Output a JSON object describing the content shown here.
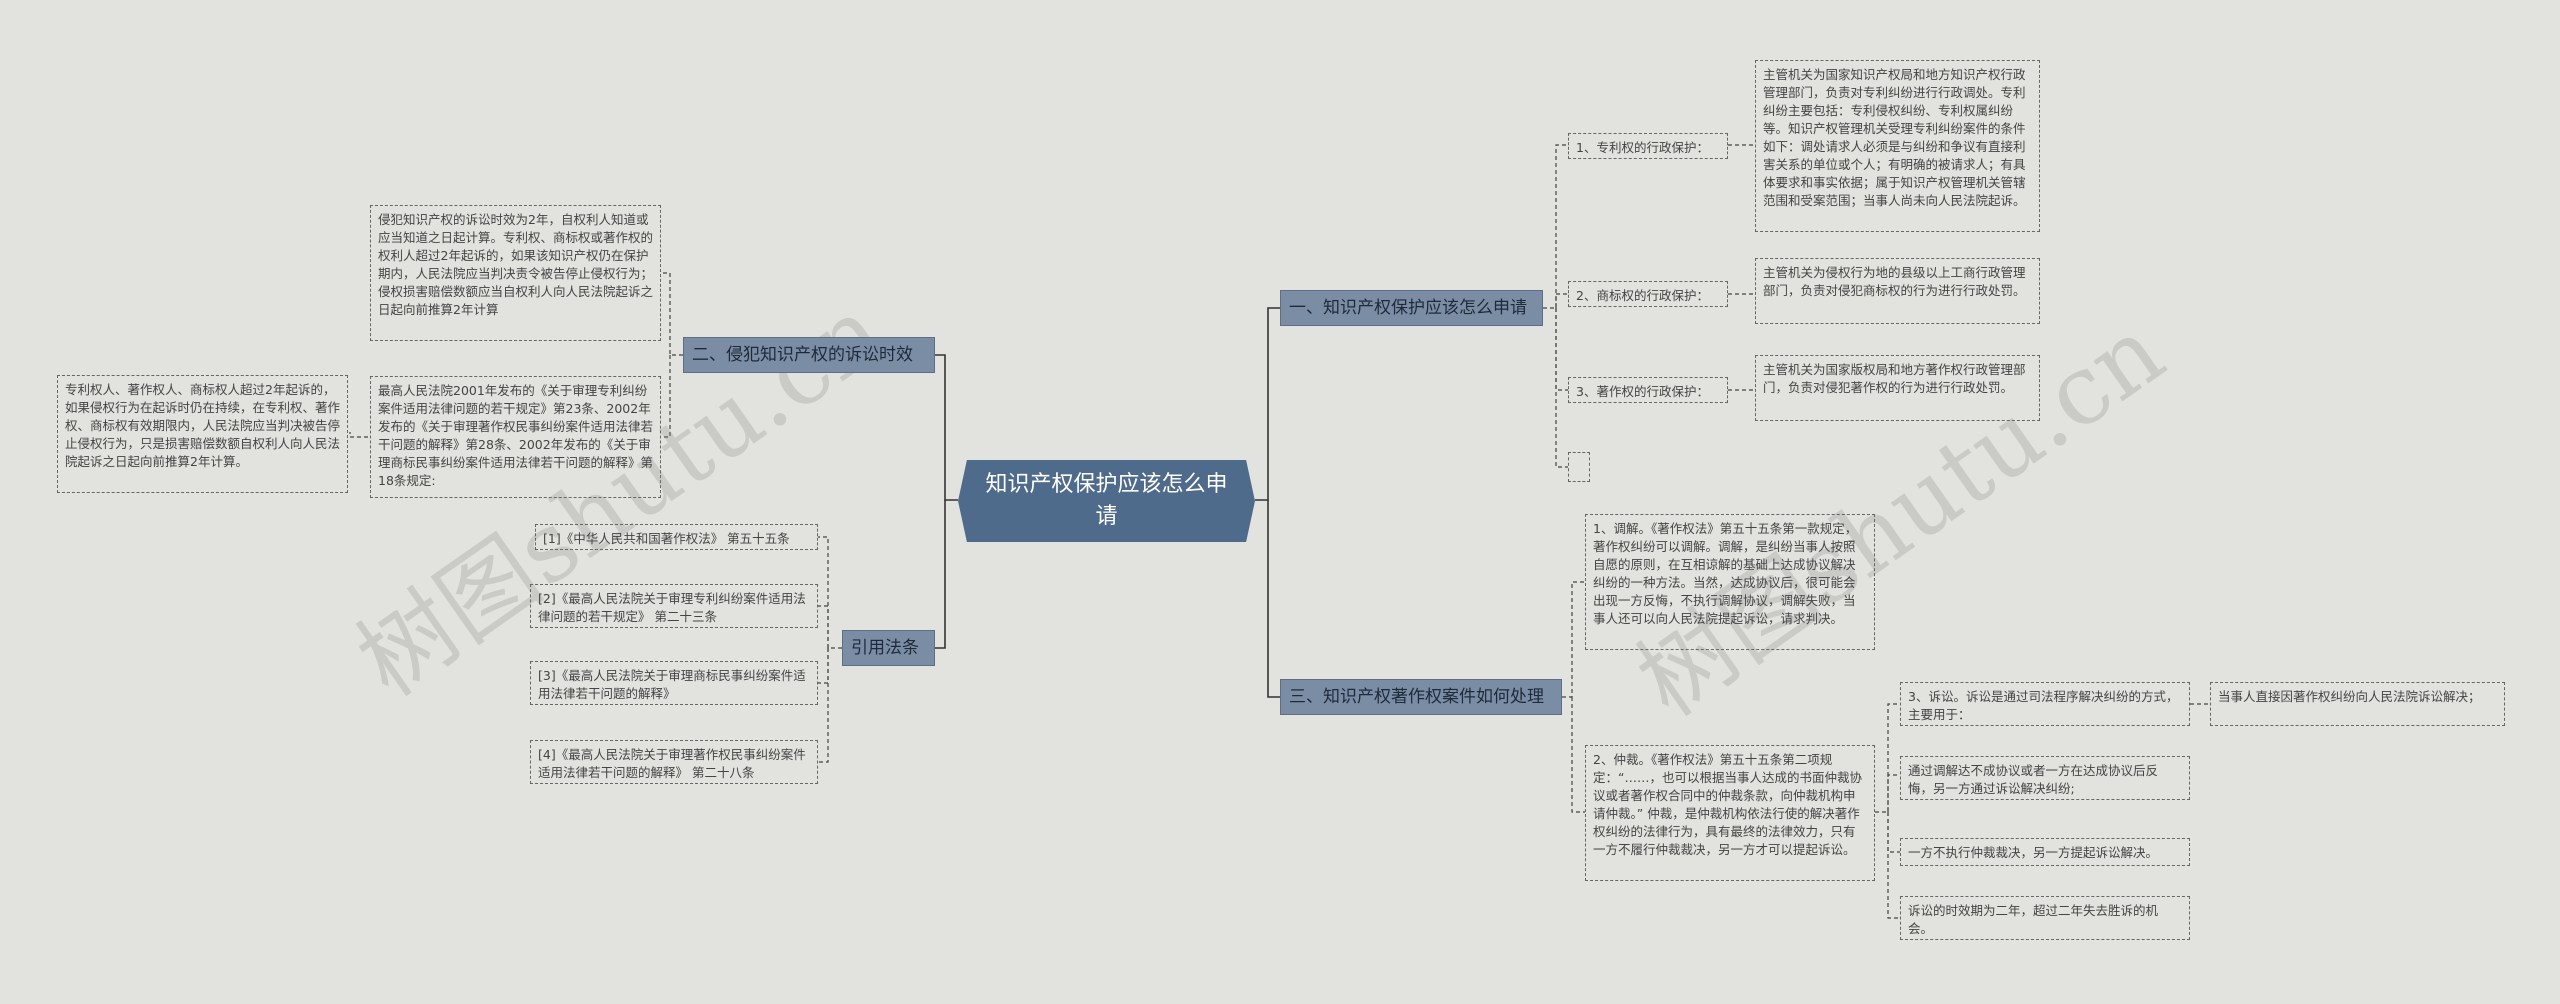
{
  "watermark": "树图shutu.cn",
  "root": {
    "label": "知识产权保护应该怎么申请"
  },
  "b1": {
    "label": "一、知识产权保护应该怎么申请",
    "items": [
      {
        "label": "1、专利权的行政保护：",
        "detail": "主管机关为国家知识产权局和地方知识产权行政管理部门，负责对专利纠纷进行行政调处。专利纠纷主要包括：专利侵权纠纷、专利权属纠纷等。知识产权管理机关受理专利纠纷案件的条件如下：调处请求人必须是与纠纷和争议有直接利害关系的单位或个人；有明确的被请求人；有具体要求和事实依据；属于知识产权管理机关管辖范围和受案范围；当事人尚未向人民法院起诉。"
      },
      {
        "label": "2、商标权的行政保护：",
        "detail": "主管机关为侵权行为地的县级以上工商行政管理部门，负责对侵犯商标权的行为进行行政处罚。"
      },
      {
        "label": "3、著作权的行政保护：",
        "detail": "主管机关为国家版权局和地方著作权行政管理部门，负责对侵犯著作权的行为进行行政处罚。"
      },
      {
        "label": "",
        "detail": ""
      }
    ]
  },
  "b2": {
    "label": "二、侵犯知识产权的诉讼时效",
    "items": [
      {
        "label": "侵犯知识产权的诉讼时效为2年，自权利人知道或应当知道之日起计算。专利权、商标权或著作权的权利人超过2年起诉的，如果该知识产权仍在保护期内，人民法院应当判决责令被告停止侵权行为；侵权损害赔偿数额应当自权利人向人民法院起诉之日起向前推算2年计算"
      },
      {
        "label": "最高人民法院2001年发布的《关于审理专利纠纷案件适用法律问题的若干规定》第23条、2002年发布的《关于审理著作权民事纠纷案件适用法律若干问题的解释》第28条、2002年发布的《关于审理商标民事纠纷案件适用法律若干问题的解释》第18条规定:",
        "detail": "专利权人、著作权人、商标权人超过2年起诉的，如果侵权行为在起诉时仍在持续，在专利权、著作权、商标权有效期限内，人民法院应当判决被告停止侵权行为，只是损害赔偿数额自权利人向人民法院起诉之日起向前推算2年计算。"
      }
    ]
  },
  "b3": {
    "label": "三、知识产权著作权案件如何处理",
    "items": [
      {
        "label": "1、调解。《著作权法》第五十五条第一款规定，著作权纠纷可以调解。调解，是纠纷当事人按照自愿的原则，在互相谅解的基础上达成协议解决纠纷的一种方法。当然，达成协议后，很可能会出现一方反悔，不执行调解协议，调解失败，当事人还可以向人民法院提起诉讼，请求判决。"
      },
      {
        "label": "2、仲裁。《著作权法》第五十五条第二项规定：“……，也可以根据当事人达成的书面仲裁协议或者著作权合同中的仲裁条款，向仲裁机构申请仲裁。” 仲裁，是仲裁机构依法行使的解决著作权纠纷的法律行为，具有最终的法律效力，只有一方不履行仲裁裁决，另一方才可以提起诉讼。"
      }
    ],
    "litigation": {
      "label": "3、诉讼。诉讼是通过司法程序解决纠纷的方式，主要用于：",
      "items": [
        "当事人直接因著作权纠纷向人民法院诉讼解决；",
        "通过调解达不成协议或者一方在达成协议后反悔，另一方通过诉讼解决纠纷;",
        "一方不执行仲裁裁决，另一方提起诉讼解决。",
        "诉讼的时效期为二年，超过二年失去胜诉的机会。"
      ]
    }
  },
  "b4": {
    "label": "引用法条",
    "items": [
      "[1]《中华人民共和国著作权法》 第五十五条",
      "[2]《最高人民法院关于审理专利纠纷案件适用法律问题的若干规定》 第二十三条",
      "[3]《最高人民法院关于审理商标民事纠纷案件适用法律若干问题的解释》",
      "[4]《最高人民法院关于审理著作权民事纠纷案件适用法律若干问题的解释》 第二十八条"
    ]
  },
  "colors": {
    "root": "#4f6b8c",
    "branch": "#7b8da5",
    "background": "#e2e2de"
  }
}
